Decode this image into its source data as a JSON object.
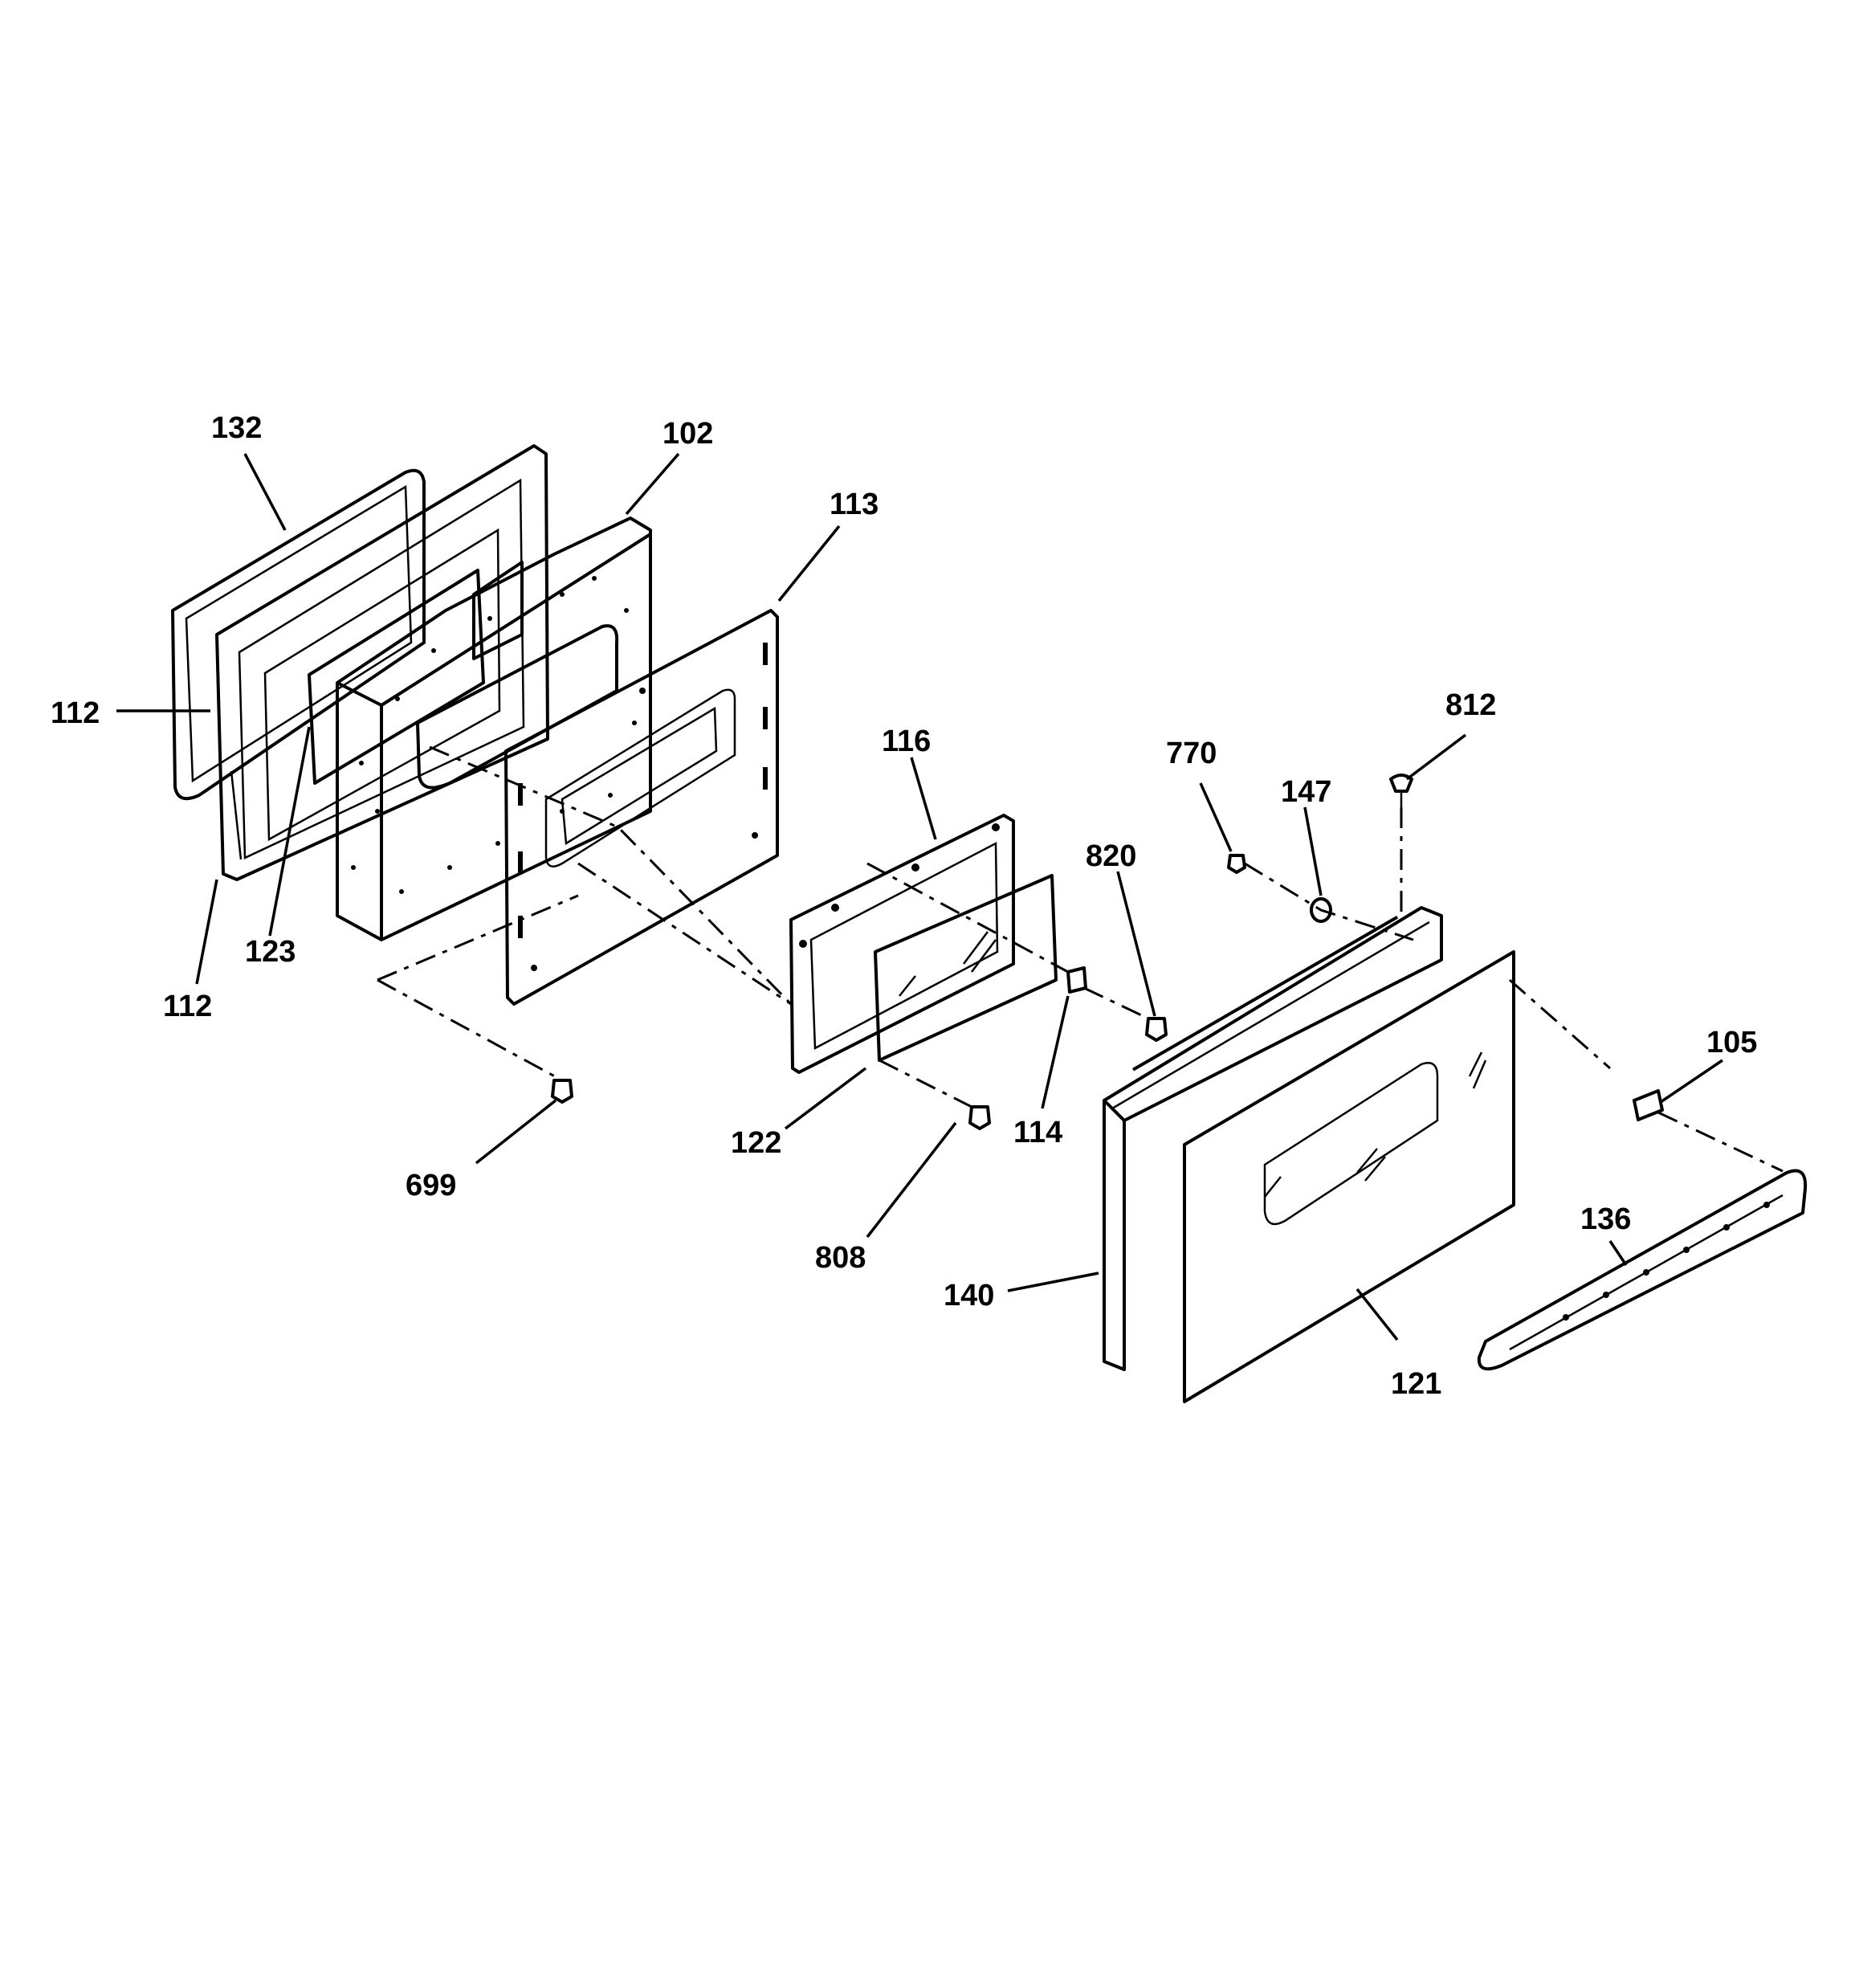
{
  "diagram": {
    "labels": [
      {
        "id": "l132a",
        "text": "132"
      },
      {
        "id": "l102",
        "text": "102"
      },
      {
        "id": "l113",
        "text": "113"
      },
      {
        "id": "l112a",
        "text": "112"
      },
      {
        "id": "l123",
        "text": "123"
      },
      {
        "id": "l112b",
        "text": "112"
      },
      {
        "id": "l116",
        "text": "116"
      },
      {
        "id": "l770",
        "text": "770"
      },
      {
        "id": "l812",
        "text": "812"
      },
      {
        "id": "l147",
        "text": "147"
      },
      {
        "id": "l820",
        "text": "820"
      },
      {
        "id": "l105",
        "text": "105"
      },
      {
        "id": "l699",
        "text": "699"
      },
      {
        "id": "l122",
        "text": "122"
      },
      {
        "id": "l114",
        "text": "114"
      },
      {
        "id": "l808",
        "text": "808"
      },
      {
        "id": "l136",
        "text": "136"
      },
      {
        "id": "l140",
        "text": "140"
      },
      {
        "id": "l121",
        "text": "121"
      }
    ]
  }
}
